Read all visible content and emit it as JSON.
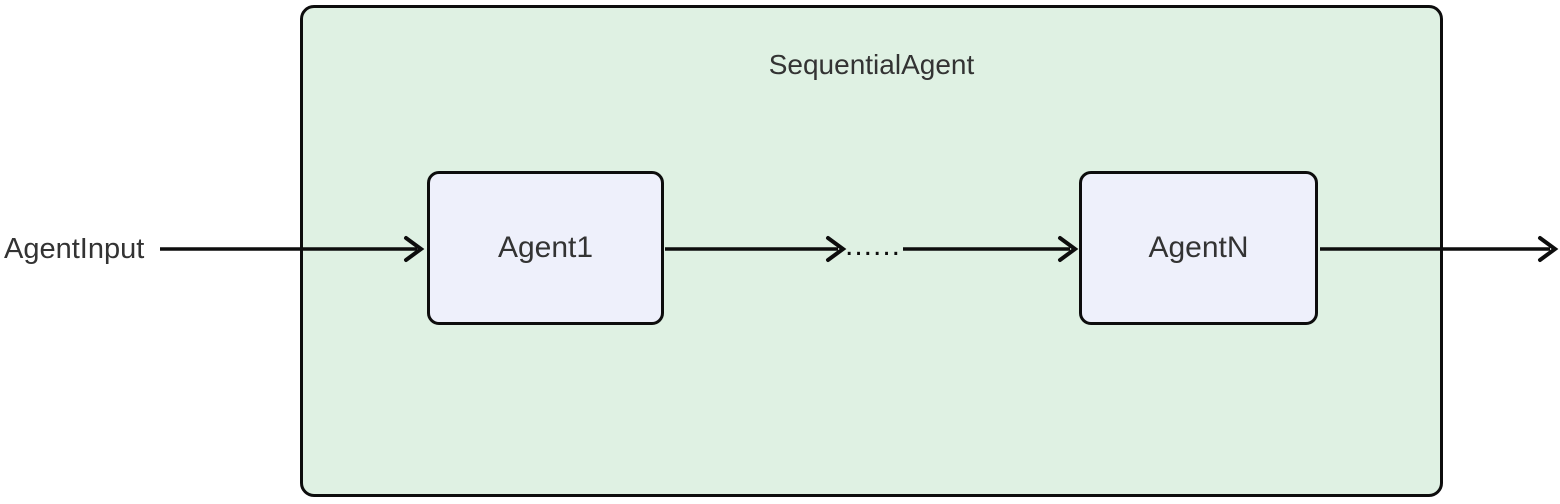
{
  "diagram": {
    "title": "SequentialAgent",
    "input_label": "AgentInput",
    "nodes": [
      {
        "label": "Agent1"
      },
      {
        "label": "AgentN"
      }
    ],
    "ellipsis": "......",
    "colors": {
      "container_fill": "#dff1e3",
      "container_border": "#0d0d0d",
      "node_fill": "#eef0fb",
      "node_border": "#0d0d0d",
      "text": "#333333",
      "arrow": "#0d0d0d"
    }
  }
}
